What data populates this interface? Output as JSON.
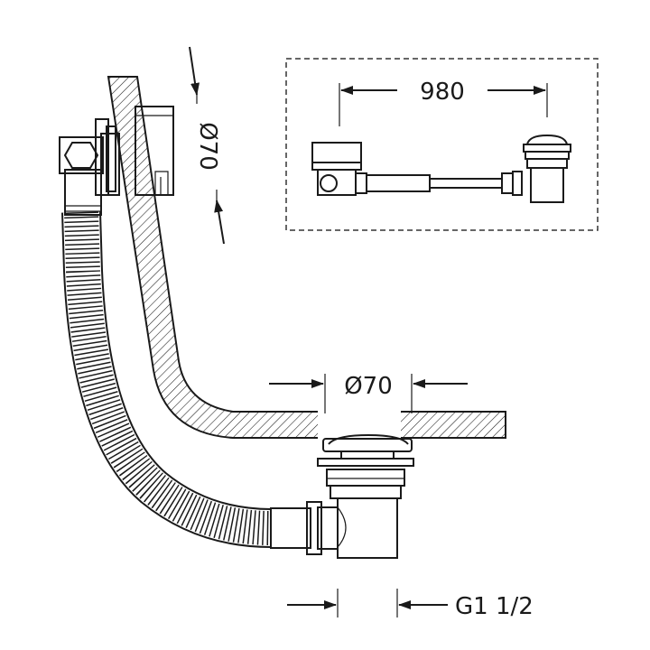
{
  "dimensions": {
    "overflow_diameter": "Ø70",
    "waste_diameter": "Ø70",
    "thread": "G1 1/2",
    "inset_length": "980"
  },
  "colors": {
    "line": "#1a1a1a",
    "hatch": "#1a1a1a",
    "background": "#ffffff",
    "inset_border": "#333333"
  }
}
